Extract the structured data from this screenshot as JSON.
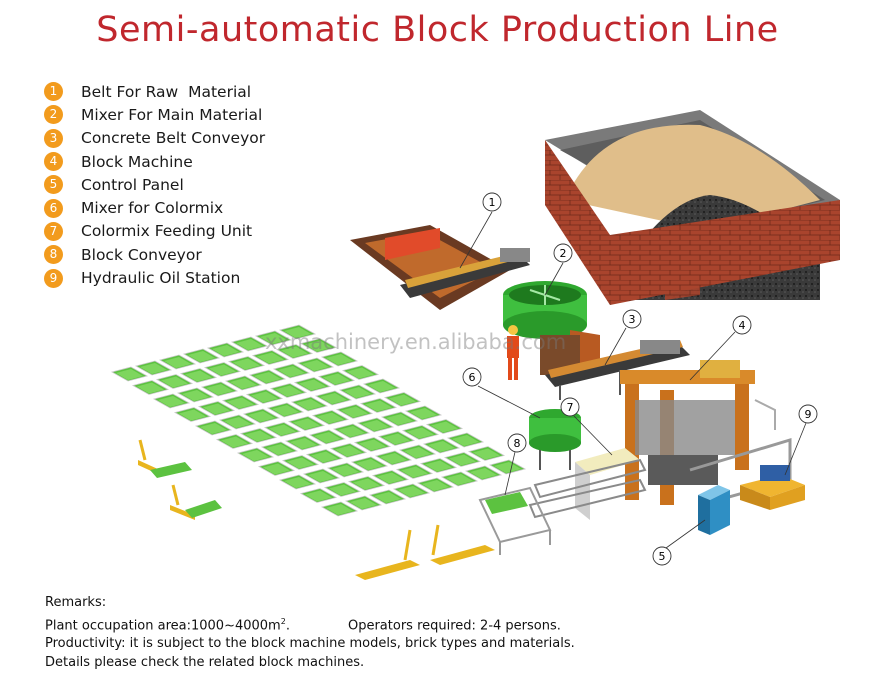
{
  "title": "Semi-automatic Block Production Line",
  "legend": [
    {
      "num": "1",
      "label": "Belt For Raw  Material"
    },
    {
      "num": "2",
      "label": "Mixer For Main Material"
    },
    {
      "num": "3",
      "label": "Concrete Belt Conveyor"
    },
    {
      "num": "4",
      "label": "Block Machine"
    },
    {
      "num": "5",
      "label": "Control Panel"
    },
    {
      "num": "6",
      "label": "Mixer for Colormix"
    },
    {
      "num": "7",
      "label": "Colormix Feeding Unit"
    },
    {
      "num": "8",
      "label": "Block Conveyor"
    },
    {
      "num": "9",
      "label": "Hydraulic Oil Station"
    }
  ],
  "callouts": [
    "1",
    "2",
    "3",
    "4",
    "5",
    "6",
    "7",
    "8",
    "9"
  ],
  "watermark": "xxmachinery.en.alibaba.com",
  "remarks": {
    "heading": "Remarks:",
    "area_prefix": "Plant occupation area:1000~4000m",
    "area_sup": "2",
    "area_suffix": ".",
    "operators": "Operators required: 2-4 persons.",
    "productivity": "Productivity: it is subject to the block machine models, brick types and materials.",
    "details": "Details please check the related block machines."
  },
  "colors": {
    "title": "#c0272d",
    "legend_badge": "#f29b1d",
    "pallet_green": "#5cc240",
    "machine_orange": "#d07a1e",
    "brick": "#b04a32",
    "mixer_green": "#3fbf3f",
    "panel_blue": "#2f8fc4",
    "truck_yellow": "#e8b51e"
  }
}
